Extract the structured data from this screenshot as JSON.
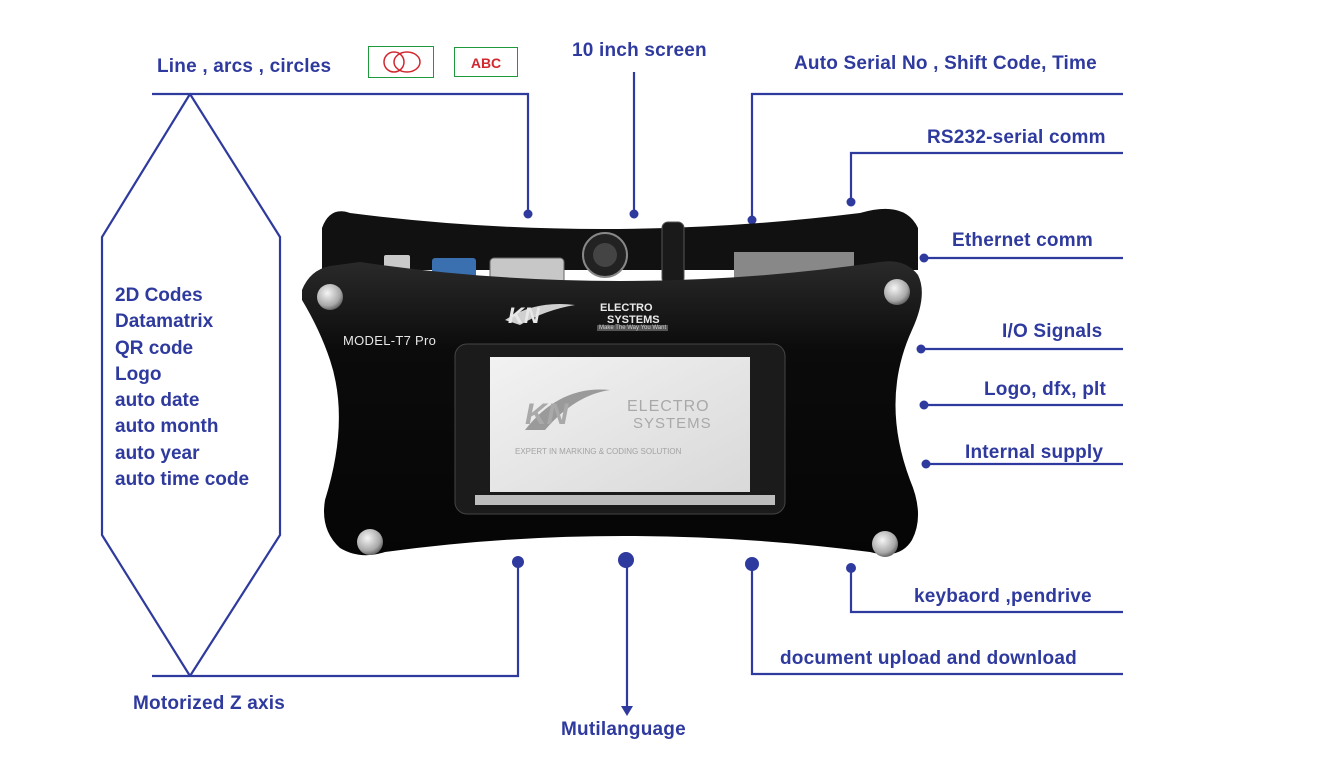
{
  "labels": {
    "line_arcs": "Line , arcs , circles",
    "abc": "ABC",
    "screen": "10 inch screen",
    "serial": "Auto Serial No , Shift Code, Time",
    "rs232": "RS232-serial comm",
    "ethernet": "Ethernet comm",
    "io": "I/O Signals",
    "logo_dfx": "Logo, dfx, plt",
    "supply": "Internal supply",
    "keyboard": "keybaord ,pendrive",
    "document": "document upload and download",
    "motorized": "Motorized Z axis",
    "multilanguage": "Mutilanguage"
  },
  "features": [
    "2D Codes",
    "Datamatrix",
    "QR code",
    "Logo",
    "auto date",
    "auto month",
    "auto year",
    "auto time code"
  ],
  "device": {
    "model": "MODEL-T7 Pro",
    "brand_top": "ELECTRO",
    "brand_bottom": "SYSTEMS",
    "tagline": "Make The Way You Want",
    "screen_brand_top": "ELECTRO",
    "screen_brand_bottom": "SYSTEMS",
    "screen_tagline": "EXPERT IN MARKING & CODING SOLUTION",
    "logo_letters": "KN"
  },
  "colors": {
    "accent": "#2f3a9e",
    "frame": "#1e9a3c",
    "abc": "#d0282e"
  }
}
